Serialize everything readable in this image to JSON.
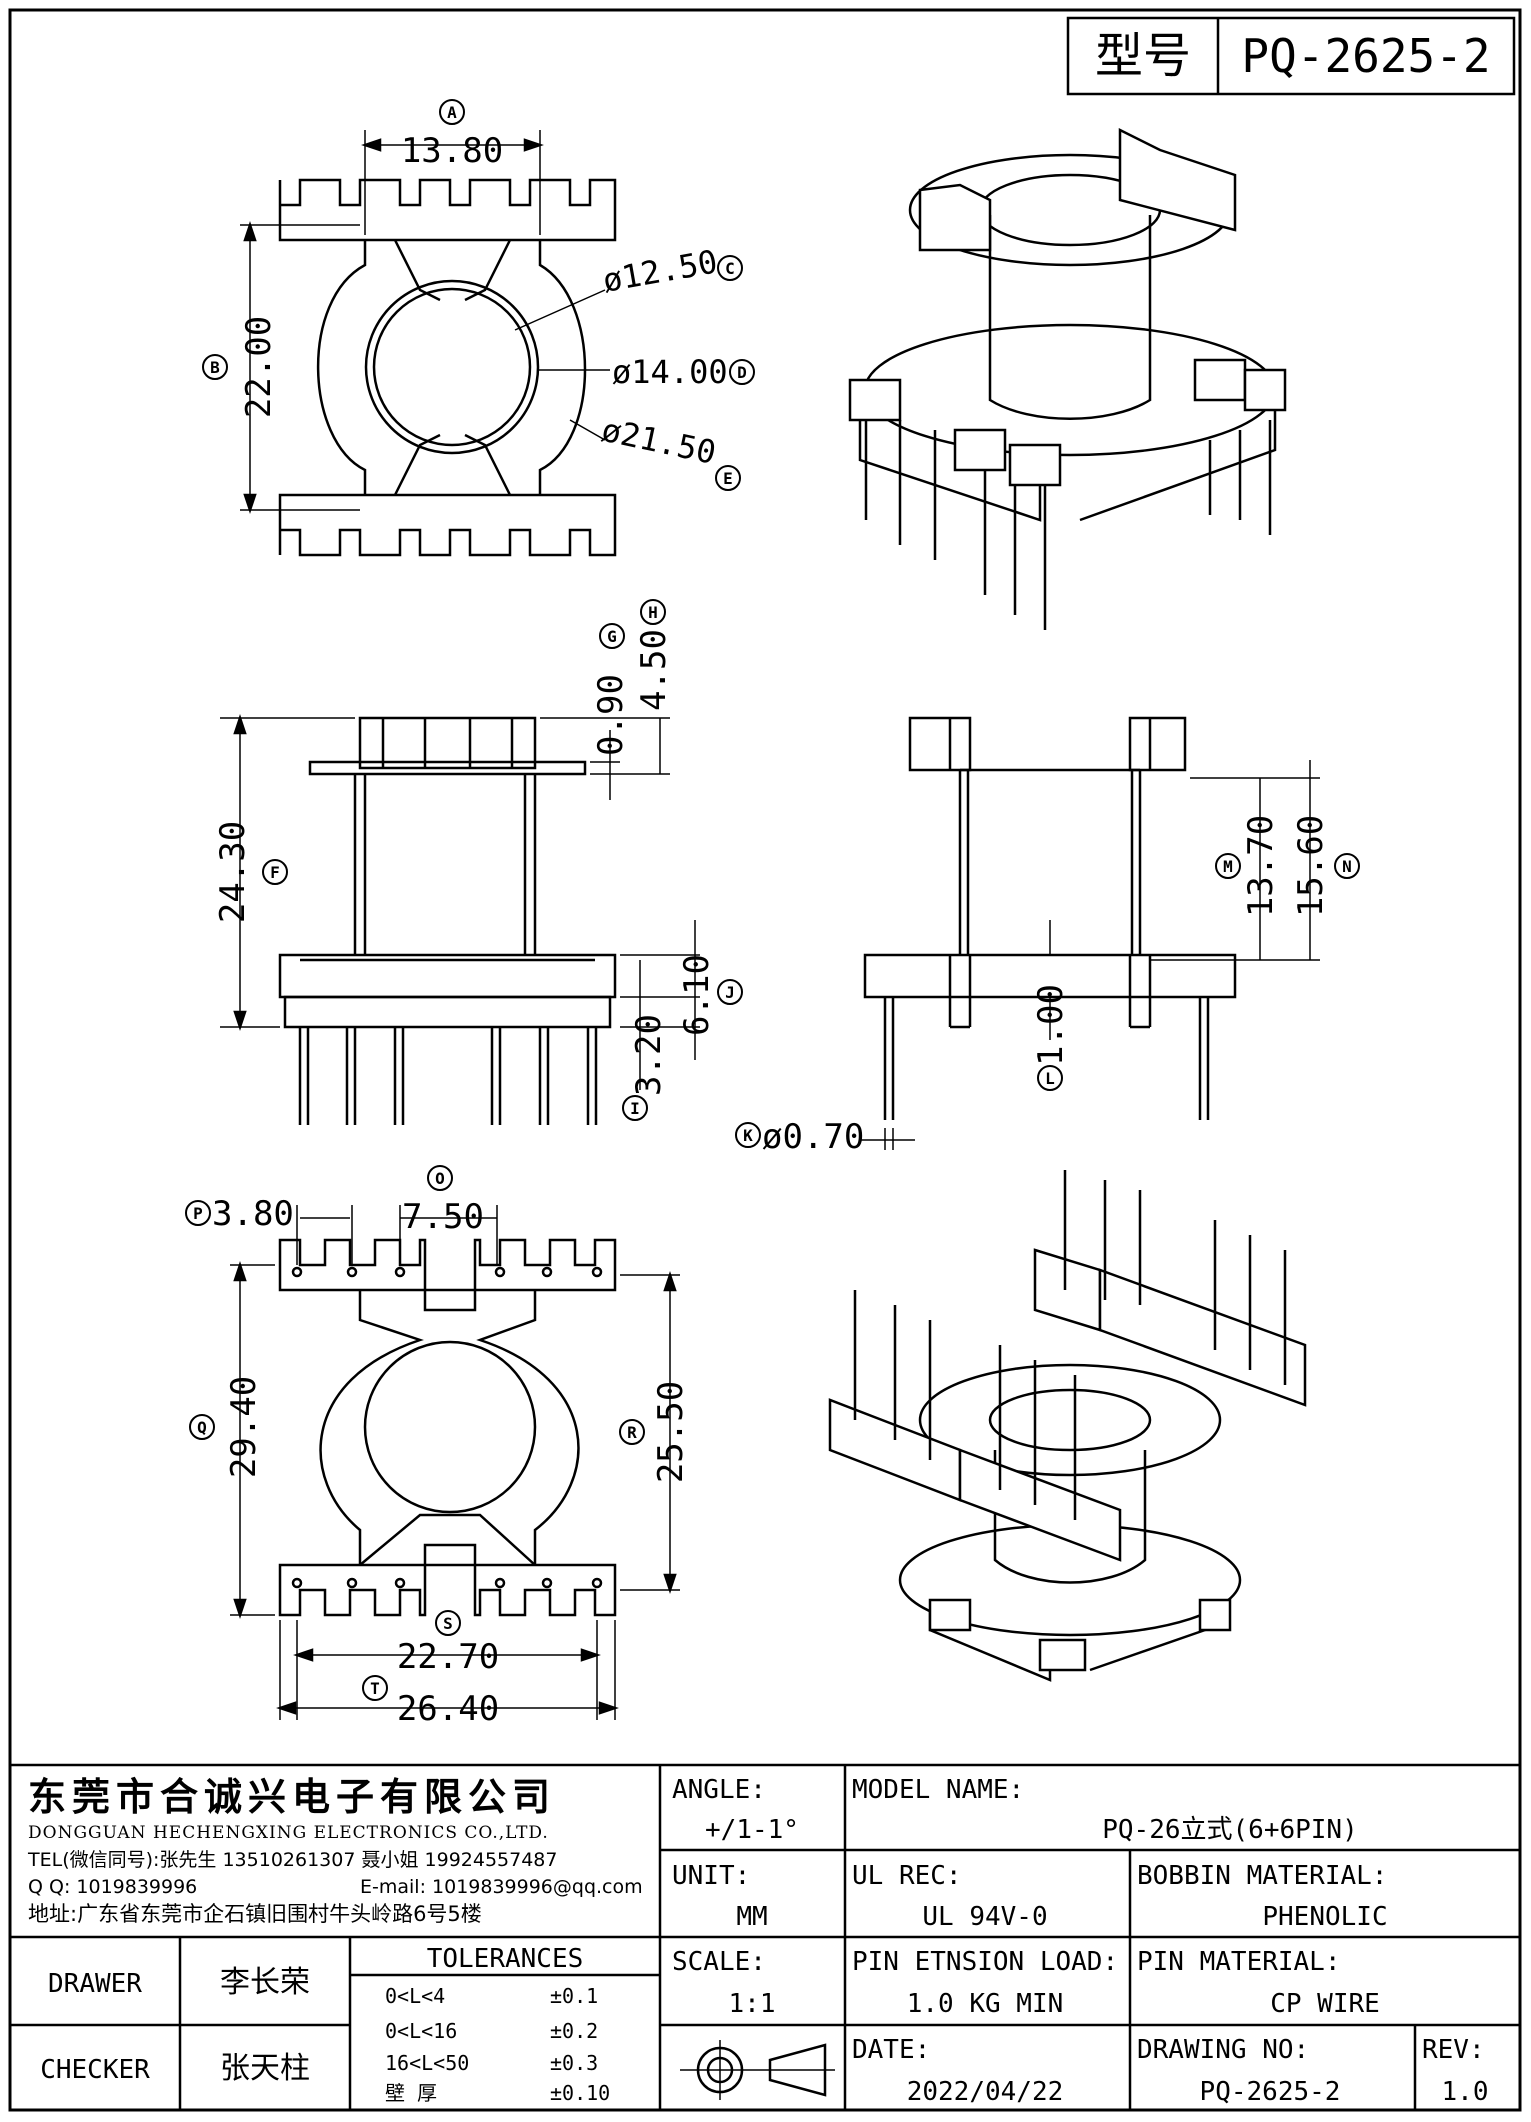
{
  "header": {
    "label": "型号",
    "value": "PQ-2625-2"
  },
  "dims": {
    "A": {
      "letter": "A",
      "value": "13.80"
    },
    "B": {
      "letter": "B",
      "value": "22.00"
    },
    "C": {
      "letter": "C",
      "value": "ø12.50"
    },
    "D": {
      "letter": "D",
      "value": "ø14.00"
    },
    "E": {
      "letter": "E",
      "value": "ø21.50"
    },
    "F": {
      "letter": "F",
      "value": "24.30"
    },
    "G": {
      "letter": "G",
      "value": "0.90"
    },
    "H": {
      "letter": "H",
      "value": "4.50"
    },
    "I": {
      "letter": "I",
      "value": "3.20"
    },
    "J": {
      "letter": "J",
      "value": "6.10"
    },
    "K": {
      "letter": "K",
      "value": "ø0.70"
    },
    "L": {
      "letter": "L",
      "value": "1.00"
    },
    "M": {
      "letter": "M",
      "value": "13.70"
    },
    "N": {
      "letter": "N",
      "value": "15.60"
    },
    "O": {
      "letter": "O",
      "value": "7.50"
    },
    "P": {
      "letter": "P",
      "value": "3.80"
    },
    "Q": {
      "letter": "Q",
      "value": "29.40"
    },
    "R": {
      "letter": "R",
      "value": "25.50"
    },
    "S": {
      "letter": "S",
      "value": "22.70"
    },
    "T": {
      "letter": "T",
      "value": "26.40"
    }
  },
  "company": {
    "name_cn": "东莞市合诚兴电子有限公司",
    "name_en": "DONGGUAN HECHENGXING ELECTRONICS CO.,LTD.",
    "tel": "TEL(微信同号):张先生 13510261307 聂小姐 19924557487",
    "qq": "Q Q: 1019839996",
    "email": "E-mail: 1019839996@qq.com",
    "address": "地址:广东省东莞市企石镇旧围村牛头岭路6号5楼"
  },
  "title_block": {
    "angle_label": "ANGLE:",
    "angle_value": "+/1-1°",
    "model_label": "MODEL NAME:",
    "model_value": "PQ-26立式(6+6PIN)",
    "unit_label": "UNIT:",
    "unit_value": "MM",
    "ul_label": "UL REC:",
    "ul_value": "UL 94V-0",
    "bobbin_label": "BOBBIN MATERIAL:",
    "bobbin_value": "PHENOLIC",
    "scale_label": "SCALE:",
    "scale_value": "1:1",
    "pin_load_label": "PIN ETNSION LOAD:",
    "pin_load_value": "1.0 KG MIN",
    "pin_mat_label": "PIN MATERIAL:",
    "pin_mat_value": "CP WIRE",
    "date_label": "DATE:",
    "date_value": "2022/04/22",
    "drawing_no_label": "DRAWING NO:",
    "drawing_no_value": "PQ-2625-2",
    "rev_label": "REV:",
    "rev_value": "1.0",
    "drawer_label": "DRAWER",
    "drawer_value": "李长荣",
    "checker_label": "CHECKER",
    "checker_value": "张天柱",
    "tolerances_label": "TOLERANCES",
    "tolerances": [
      {
        "range": "0<L<4",
        "value": "±0.1"
      },
      {
        "range": "0<L<16",
        "value": "±0.2"
      },
      {
        "range": "16<L<50",
        "value": "±0.3"
      },
      {
        "range": "壁  厚",
        "value": "±0.10"
      }
    ]
  }
}
